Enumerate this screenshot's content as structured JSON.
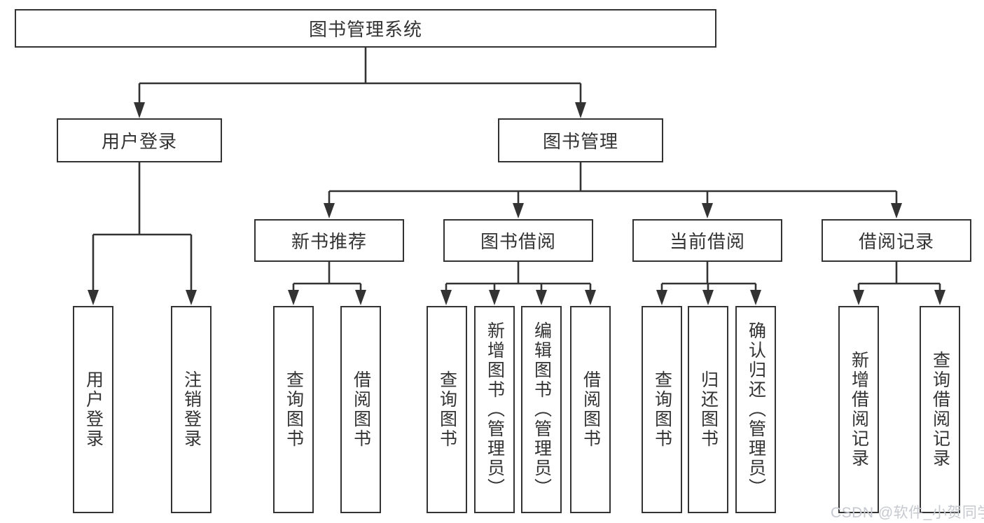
{
  "nodes": {
    "root": {
      "label": "图书管理系统"
    },
    "level2": [
      {
        "label": "用户登录"
      },
      {
        "label": "图书管理"
      }
    ],
    "level3": [
      {
        "label": "新书推荐"
      },
      {
        "label": "图书借阅"
      },
      {
        "label": "当前借阅"
      },
      {
        "label": "借阅记录"
      }
    ],
    "leaves": [
      {
        "label": "用户登录",
        "parent": "用户登录"
      },
      {
        "label": "注销登录",
        "parent": "用户登录"
      },
      {
        "label": "查询图书",
        "parent": "新书推荐"
      },
      {
        "label": "借阅图书",
        "parent": "新书推荐"
      },
      {
        "label": "查询图书",
        "parent": "图书借阅"
      },
      {
        "label": "新增图书（管理员）",
        "parent": "图书借阅"
      },
      {
        "label": "编辑图书（管理员）",
        "parent": "图书借阅"
      },
      {
        "label": "借阅图书",
        "parent": "图书借阅"
      },
      {
        "label": "查询图书",
        "parent": "当前借阅"
      },
      {
        "label": "归还图书",
        "parent": "当前借阅"
      },
      {
        "label": "确认归还（管理员）",
        "parent": "当前借阅"
      },
      {
        "label": "新增借阅记录",
        "parent": "借阅记录"
      },
      {
        "label": "查询借阅记录",
        "parent": "借阅记录"
      }
    ]
  },
  "watermark": {
    "text": "CSDN @软件_小贺同学"
  },
  "colors": {
    "line": "#333333",
    "text": "#333333",
    "background": "#ffffff",
    "watermark": "#c6c9cf"
  }
}
